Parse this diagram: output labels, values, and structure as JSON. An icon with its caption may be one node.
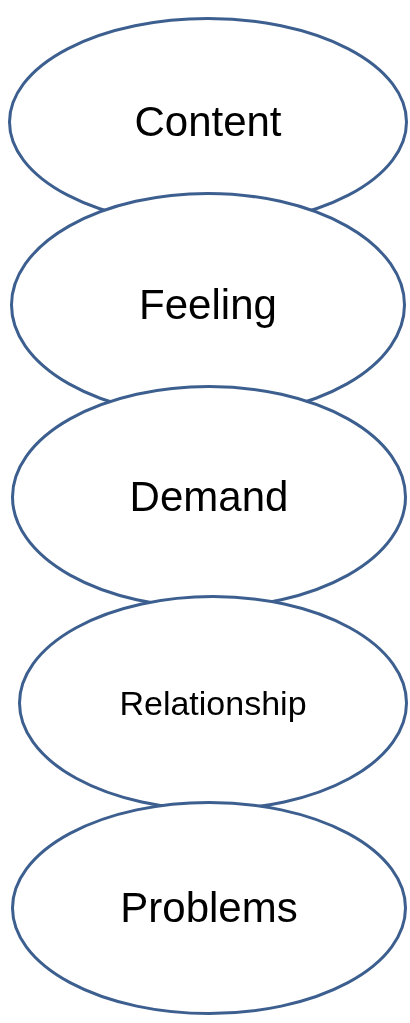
{
  "diagram": {
    "nodes": [
      {
        "text": [
          "Content"
        ]
      },
      {
        "text": [
          "Feeling"
        ]
      },
      {
        "text": [
          "Demand"
        ]
      },
      {
        "text": [
          "Relationship"
        ]
      },
      {
        "text": [
          "Problems"
        ]
      }
    ],
    "edges": []
  }
}
